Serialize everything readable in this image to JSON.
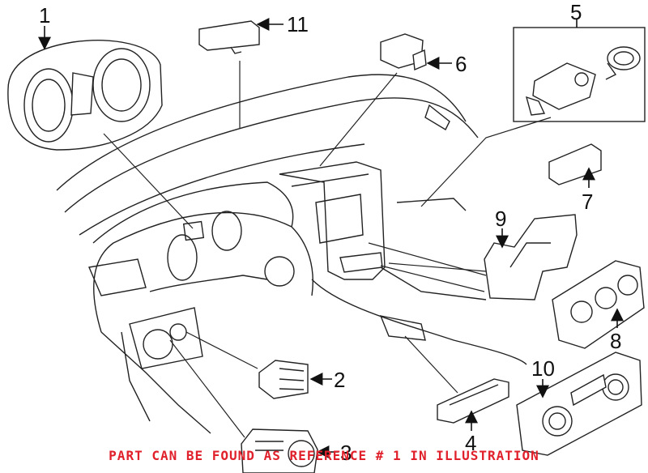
{
  "callouts": {
    "c1": "1",
    "c2": "2",
    "c3": "3",
    "c4": "4",
    "c5": "5",
    "c6": "6",
    "c7": "7",
    "c8": "8",
    "c9": "9",
    "c10": "10",
    "c11": "11"
  },
  "note": "PART CAN BE FOUND AS REFERENCE # 1 IN ILLUSTRATION",
  "colors": {
    "note": "#e0202a",
    "line": "#1a1a1a"
  }
}
